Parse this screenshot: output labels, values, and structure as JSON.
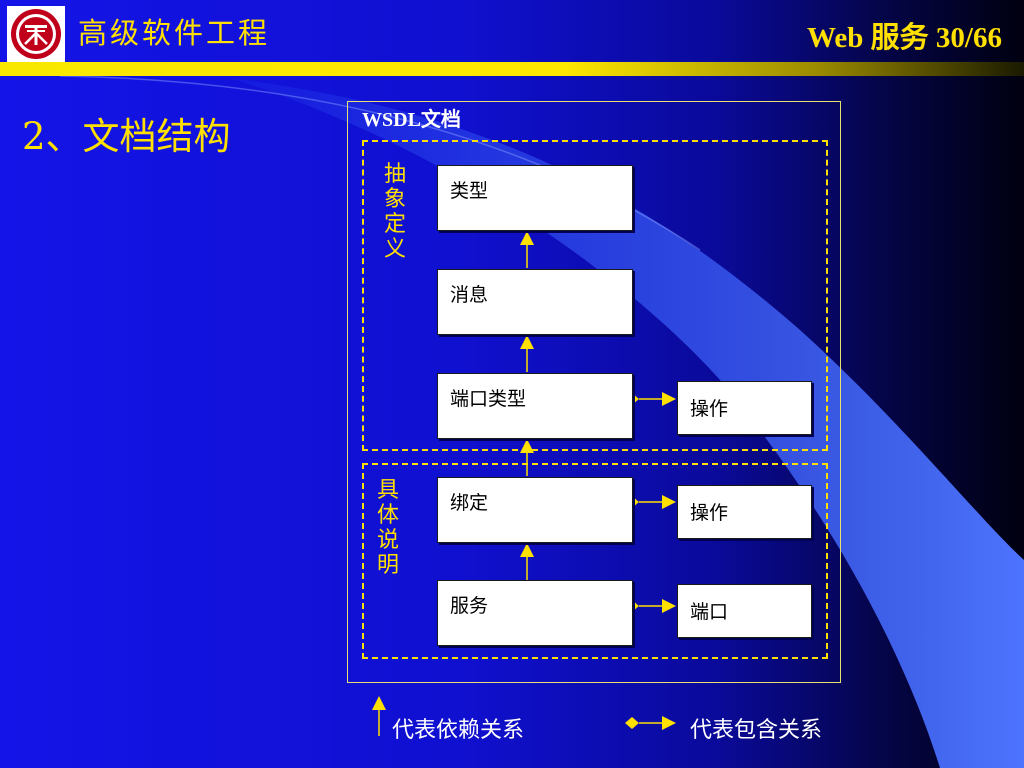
{
  "header": {
    "title": "高级软件工程",
    "page_number": "Web 服务 30/66"
  },
  "section_title": "2、文档结构",
  "diagram": {
    "frame_label": "WSDL文档",
    "abstract_label": "抽象定义",
    "concrete_label": "具体说明",
    "nodes": {
      "types": "类型",
      "message": "消息",
      "port_type": "端口类型",
      "port_type_operation": "操作",
      "binding": "绑定",
      "binding_operation": "操作",
      "service": "服务",
      "service_port": "端口"
    }
  },
  "legend": {
    "dependency": "代表依赖关系",
    "containment": "代表包含关系"
  },
  "colors": {
    "accent_yellow": "#ffe000",
    "background_blue": "#1414e8",
    "swoosh_blue": "#3f66f0",
    "box_white": "#ffffff"
  }
}
